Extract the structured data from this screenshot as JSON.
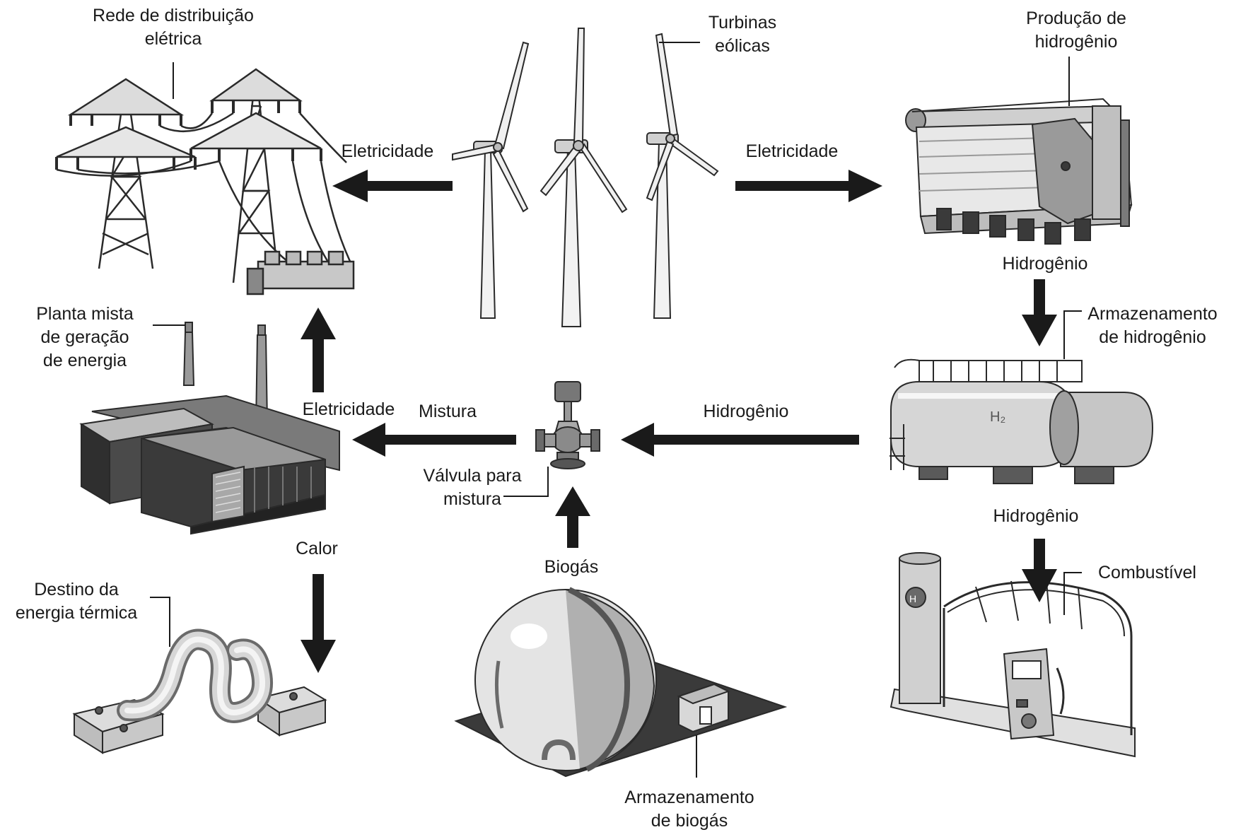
{
  "labels": {
    "power_grid": [
      "Rede de distribuição",
      "elétrica"
    ],
    "wind_turbines": [
      "Turbinas",
      "eólicas"
    ],
    "hydrogen_production": [
      "Produção de",
      "hidrogênio"
    ],
    "chp_plant": [
      "Planta mista",
      "de geração",
      "de energia"
    ],
    "hydrogen_storage": [
      "Armazenamento",
      "de hidrogênio"
    ],
    "mixing_valve": [
      "Válvula para",
      "mistura"
    ],
    "heat_destination": [
      "Destino da",
      "energia térmica"
    ],
    "biogas_storage": [
      "Armazenamento",
      "de biogás"
    ],
    "fuel": [
      "Combustível"
    ]
  },
  "flows": {
    "wind_to_grid": "Eletricidade",
    "wind_to_h2": "Eletricidade",
    "h2_to_storage": "Hidrogênio",
    "storage_to_valve": "Hidrogênio",
    "storage_to_fuel": "Hidrogênio",
    "valve_to_plant": "Mistura",
    "plant_to_grid": "Eletricidade",
    "plant_to_heat": "Calor",
    "biogas_to_valve": "Biogás"
  },
  "colors": {
    "arrow": "#1a1a1a",
    "line": "#1a1a1a",
    "light_fill": "#e6e6e6",
    "mid_fill": "#a8a8a8",
    "dark_fill": "#4a4a4a"
  }
}
